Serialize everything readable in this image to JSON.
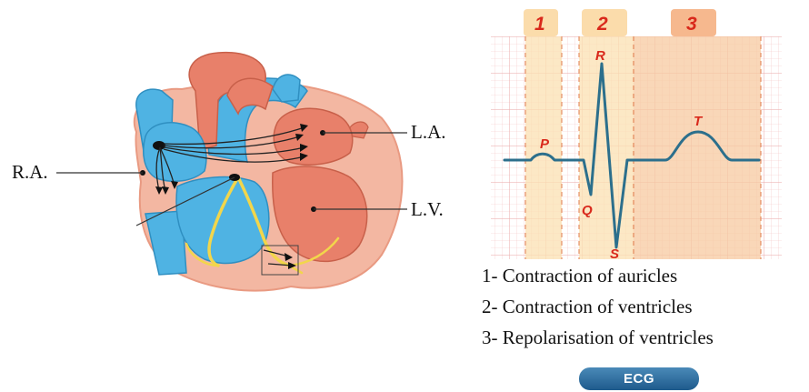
{
  "heart": {
    "labels": {
      "ra": "R.A.",
      "la": "L.A.",
      "lv": "L.V."
    }
  },
  "ecg": {
    "phases": [
      "1",
      "2",
      "3"
    ],
    "waves": {
      "p": "P",
      "q": "Q",
      "r": "R",
      "s": "S",
      "t": "T"
    },
    "legend": [
      "1- Contraction of auricles",
      "2- Contraction of ventricles",
      "3- Repolarisation of ventricles"
    ],
    "badge": "ECG"
  },
  "colors": {
    "aorta_red": "#e8806a",
    "atrium_blue": "#4fb3e3",
    "conduction_yellow": "#f2d64b",
    "ecg_line": "#2c6f8c",
    "phase_band": "#f7c9a0",
    "label_red": "#d9281b",
    "badge_blue": "#1e5a8c"
  }
}
